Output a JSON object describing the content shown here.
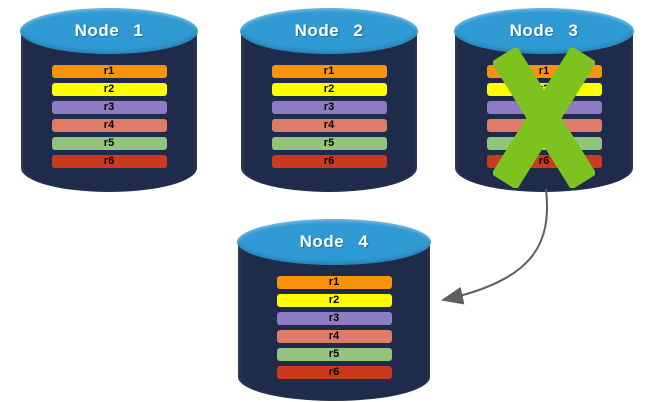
{
  "nodes": [
    {
      "title": "Node 1",
      "failed": false
    },
    {
      "title": "Node 2",
      "failed": false
    },
    {
      "title": "Node 3",
      "failed": true
    },
    {
      "title": "Node 4",
      "failed": false
    }
  ],
  "records": [
    {
      "label": "r1",
      "color": "#F7940B"
    },
    {
      "label": "r2",
      "color": "#FFFF00"
    },
    {
      "label": "r3",
      "color": "#8E7CC3"
    },
    {
      "label": "r4",
      "color": "#DF7B69"
    },
    {
      "label": "r5",
      "color": "#93C47D"
    },
    {
      "label": "r6",
      "color": "#CB3A1E"
    }
  ],
  "colors": {
    "background": "#FFFFFF",
    "cylinder_body": "#1F2B4A",
    "cylinder_top": "#2F9AD4",
    "node_title_text": "#FFFFFF",
    "record_text": "#000000",
    "failure_x": "#7DC21E",
    "arrow": "#5E5E60"
  },
  "icons": {
    "failure_x": "x-cross-icon",
    "failover_arrow": "curved-arrow-left-icon"
  }
}
